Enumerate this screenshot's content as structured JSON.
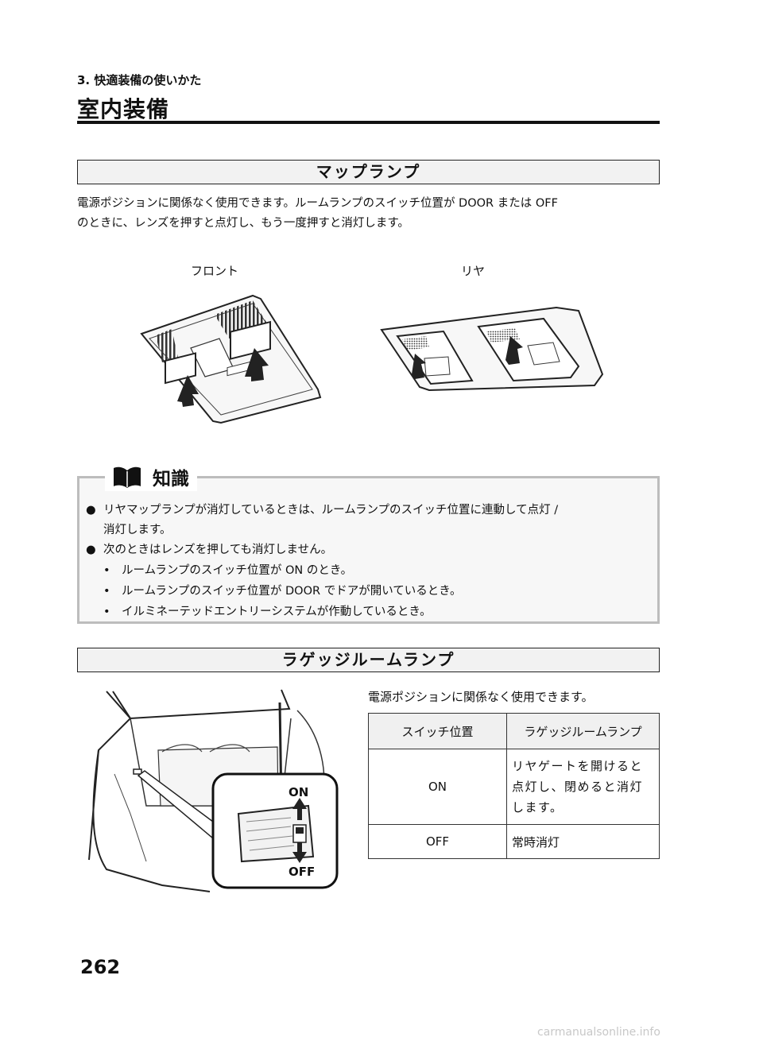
{
  "header": {
    "chapter": "3. 快適装備の使いかた",
    "title": "室内装備"
  },
  "map_lamp": {
    "heading": "マップランプ",
    "description_line1": "電源ポジションに関係なく使用できます。ルームランプのスイッチ位置が DOOR または OFF",
    "description_line2": "のときに、レンズを押すと点灯し、もう一度押すと消灯します。",
    "label_front": "フロント",
    "label_rear": "リヤ"
  },
  "knowledge": {
    "title": "知識",
    "bullet1_line1": "リヤマップランプが消灯しているときは、ルームランプのスイッチ位置に連動して点灯 /",
    "bullet1_line2": "消灯します。",
    "bullet2": "次のときはレンズを押しても消灯しません。",
    "sub1": "ルームランプのスイッチ位置が ON のとき。",
    "sub2": "ルームランプのスイッチ位置が DOOR でドアが開いているとき。",
    "sub3": "イルミネーテッドエントリーシステムが作動しているとき。"
  },
  "luggage": {
    "heading": "ラゲッジルームランプ",
    "description": "電源ポジションに関係なく使用できます。",
    "switch_on": "ON",
    "switch_off": "OFF",
    "table": {
      "col1": "スイッチ位置",
      "col2": "ラゲッジルームランプ",
      "rows": [
        {
          "pos": "ON",
          "line1": "リヤゲートを開けると",
          "line2": "点灯し、閉めると消灯",
          "line3": "します。"
        },
        {
          "pos": "OFF",
          "state": "常時消灯"
        }
      ]
    }
  },
  "page_number": "262",
  "footer": "carmanualsonline.info"
}
